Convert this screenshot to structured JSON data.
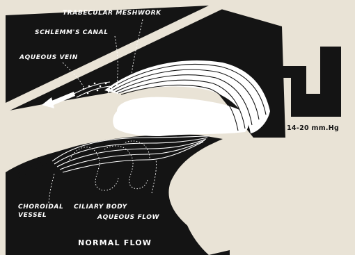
{
  "labels": {
    "trabecular_meshwork": "TRABECULAR MESHWORK",
    "schlemms_canal": "SCHLEMM'S CANAL",
    "aqueous_vein": "AQUEOUS VEIN",
    "pressure": "14-20 mm.Hg",
    "choroidal_vessel_1": "CHOROIDAL",
    "choroidal_vessel_2": "VESSEL",
    "ciliary_body": "CILIARY BODY",
    "aqueous_flow": "AQUEOUS FLOW",
    "caption": "NORMAL FLOW"
  },
  "colors": {
    "background": "#e9e3d6",
    "ink": "#141414",
    "light_ink": "#ffffff"
  }
}
